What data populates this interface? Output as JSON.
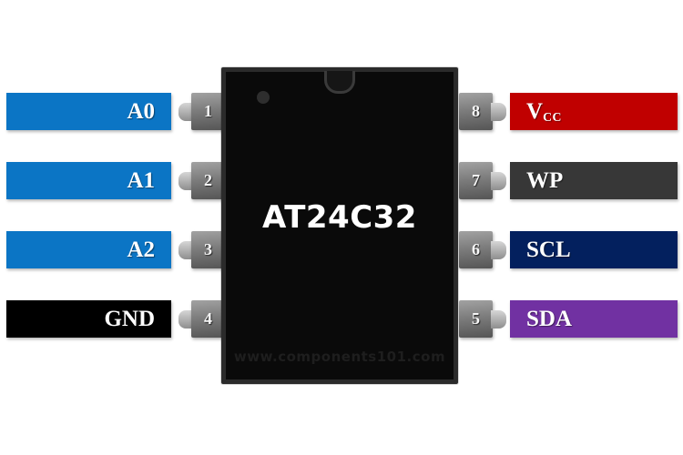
{
  "diagram": {
    "chip_name": "AT24C32",
    "watermark": "www.components101.com",
    "package": "8-pin DIP pinout",
    "body_color": "#0a0a0a",
    "border_color": "#2b2b2b",
    "background": "#ffffff"
  },
  "left_pins": [
    {
      "number": "1",
      "label": "A0",
      "color": "#0b75c5"
    },
    {
      "number": "2",
      "label": "A1",
      "color": "#0b75c5"
    },
    {
      "number": "3",
      "label": "A2",
      "color": "#0b75c5"
    },
    {
      "number": "4",
      "label": "GND",
      "color": "#000000"
    }
  ],
  "right_pins": [
    {
      "number": "8",
      "label_main": "V",
      "label_sub": "CC",
      "color": "#c00000"
    },
    {
      "number": "7",
      "label_main": "WP",
      "label_sub": "",
      "color": "#373737"
    },
    {
      "number": "6",
      "label_main": "SCL",
      "label_sub": "",
      "color": "#03205e"
    },
    {
      "number": "5",
      "label_main": "SDA",
      "label_sub": "",
      "color": "#7131a2"
    }
  ]
}
